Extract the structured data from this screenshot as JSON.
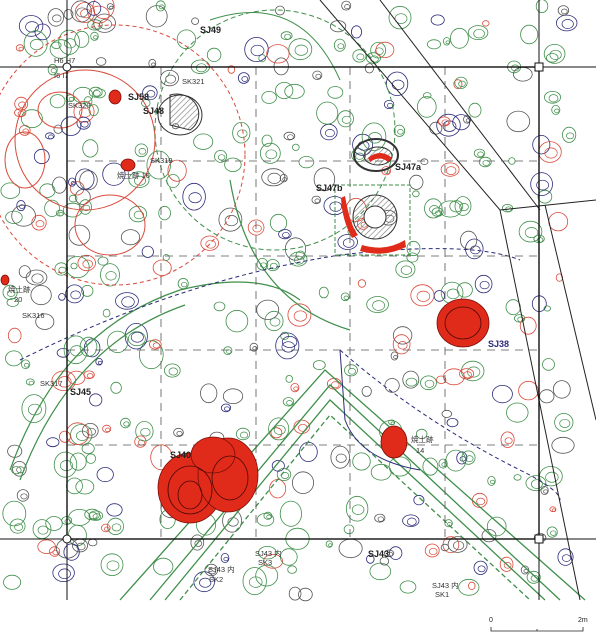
{
  "labels": {
    "sj49": "SJ49",
    "sj58": "SJ58",
    "sj48": "SJ48",
    "sk321": "SK321",
    "sk320": "SK320",
    "sk319": "SK319",
    "hearth16": "焼土跡 16",
    "h6h7": "H6  H7",
    "i6i7": "I6  I7",
    "sj47a": "SJ47a",
    "sj47b": "SJ47b",
    "hearth20a": "焼土跡",
    "hearth20b": "20",
    "sk316": "SK316",
    "sk317": "SK317",
    "sj45": "SJ45",
    "sj38": "SJ38",
    "sj40": "SJ40",
    "hearth14a": "焼土跡",
    "hearth14b": "14",
    "sj43": "SJ43",
    "sk3a": "SJ43 内",
    "sk3b": "SK3",
    "sk2a": "SJ43 内",
    "sk2b": "SK2",
    "sk1a": "SJ43 内",
    "sk1b": "SK1"
  },
  "scale_bar": {
    "start": "0",
    "end": "2m"
  },
  "colors": {
    "green_feature": "#3f8f4a",
    "red_feature": "#d94a3a",
    "fill_red": "#e02a1a",
    "navy_feature": "#2b2b7a",
    "black_line": "#222222",
    "grey_hatch": "#888888"
  }
}
